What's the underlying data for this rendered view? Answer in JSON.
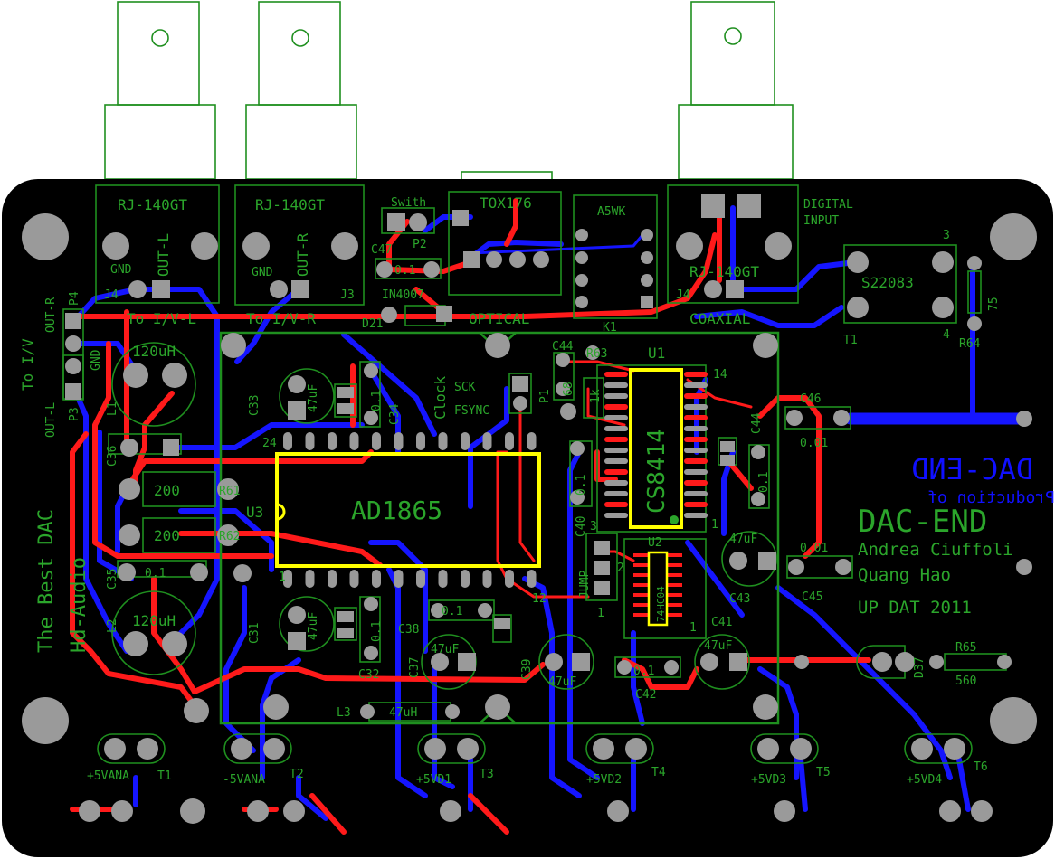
{
  "board": {
    "title_main": "DAC-END",
    "title_mirror": "DAC-END",
    "production_mirror": "Production of",
    "credits": [
      "Andrea Ciuffoli",
      "Quang Hao",
      "UP DAT 2011"
    ],
    "side_text_1": "The Best DAC",
    "side_text_2": "Hd-Audio",
    "side_text_3": "To I/V",
    "colors": {
      "board": "#000000",
      "silk": "#2ba52b",
      "top_copper": "#ff1a1a",
      "bottom_copper": "#1515ff",
      "highlight": "#ffff00"
    }
  },
  "chips": {
    "u3_part": "AD1865",
    "u3_ref": "U3",
    "u3_pin24": "24",
    "u3_pin1": "1",
    "u3_pin12": "12",
    "u1_part": "CS8414",
    "u1_ref": "U1",
    "u1_pin14": "14",
    "u1_pin1": "1",
    "u2_part": "74HC04",
    "u2_ref": "U2",
    "u2_pin1": "1"
  },
  "connectors": {
    "rj1": "RJ-140GT",
    "rj2": "RJ-140GT",
    "rj3": "RJ-140GT",
    "out_l": "OUT-L",
    "out_r": "OUT-R",
    "gnd1": "GND",
    "gnd2": "GND",
    "j4": "J4",
    "j3": "J3",
    "j4b": "J4",
    "to_iv_l": "To I/V-L",
    "to_iv_r": "To I/V-R",
    "digital_input": [
      "DIGITAL",
      "INPUT"
    ],
    "coaxial": "COAXIAL",
    "optical": "OPTICAL",
    "tox": "TOX176",
    "switch": "Swith",
    "a5wk": "A5WK",
    "k1": "K1",
    "s22083": "S22083",
    "t1": "T1",
    "t1_pin3": "3",
    "t1_pin4": "4",
    "p4": "P4",
    "p3": "P3",
    "outr_side": "OUT-R",
    "outl_side": "OUT-L",
    "gnd_side": "GND"
  },
  "components": {
    "l1_val": "120uH",
    "l2_val": "120uH",
    "l1": "L1",
    "l2": "L2",
    "l3": "L3",
    "l3_val": "47uH",
    "r61": "R61",
    "r61_val": "200",
    "r62": "R62",
    "r62_val": "200",
    "c33": "C33",
    "c34": "C34",
    "c33_val": "47uF",
    "c34_val": "0.1",
    "c31": "C31",
    "c32": "C32",
    "c31_val": "47uF",
    "c32_val": "0.1",
    "c35": "C35",
    "c35_val": "0.1",
    "c36": "C36",
    "c37": "C37",
    "c37_val": "47uF",
    "c38": "C38",
    "c38_val": "0.1",
    "c39": "C39",
    "c39_val": "47uF",
    "c40": "C40",
    "c40_val": "0.1",
    "c41": "C41",
    "c41_val": "47uF",
    "c42": "C42",
    "c42_val": "0.1",
    "c43": "C43",
    "c43_val": "47uF",
    "c44": "C44",
    "c44_val": "0.1",
    "c44b": "C44",
    "c45": "C45",
    "c45_val": "0.01",
    "c46": "C46",
    "c46_val": "0.01",
    "c47": "C47",
    "c47_val": "0.1",
    "r63": "R63",
    "r63_val": "1k",
    "r64": "R64",
    "r64_val": "75",
    "r65": "R65",
    "r65_val": "560",
    "r68": "68",
    "p1": "P1",
    "jump": "JUMP",
    "clock": "Clock",
    "sck": "SCK",
    "fsync": "FSYNC",
    "d21": "D21",
    "in4007": "IN4007",
    "p2": "P2",
    "led": "D37",
    "pin3": "3",
    "pin2": "2",
    "pin1": "1"
  },
  "power": [
    {
      "label": "+5VANA",
      "ref": "T1"
    },
    {
      "label": "-5VANA",
      "ref": "T2"
    },
    {
      "label": "+5VD1",
      "ref": "T3"
    },
    {
      "label": "+5VD2",
      "ref": "T4"
    },
    {
      "label": "+5VD3",
      "ref": "T5"
    },
    {
      "label": "+5VD4",
      "ref": "T6"
    }
  ]
}
